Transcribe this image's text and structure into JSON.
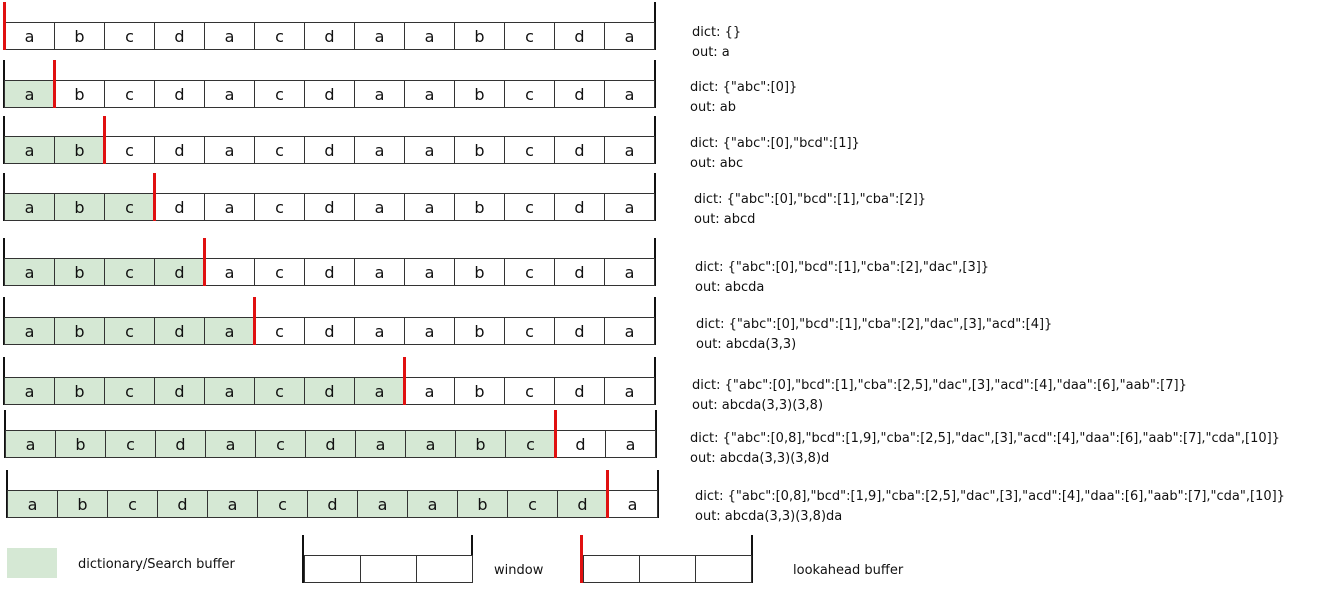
{
  "sequence": [
    "a",
    "b",
    "c",
    "d",
    "a",
    "c",
    "d",
    "a",
    "a",
    "b",
    "c",
    "d",
    "a"
  ],
  "colors": {
    "dictionary": "#d5e8d4",
    "cursor": "#e01010",
    "border": "#333333"
  },
  "steps": [
    {
      "dict_count": 0,
      "dict": "dict: {}",
      "out": "out: a"
    },
    {
      "dict_count": 1,
      "dict": "dict: {\"abc\":[0]}",
      "out": "out: ab"
    },
    {
      "dict_count": 2,
      "dict": "dict: {\"abc\":[0],\"bcd\":[1]}",
      "out": "out: abc"
    },
    {
      "dict_count": 3,
      "dict": "dict: {\"abc\":[0],\"bcd\":[1],\"cba\":[2]}",
      "out": "out: abcd"
    },
    {
      "dict_count": 4,
      "dict": "dict: {\"abc\":[0],\"bcd\":[1],\"cba\":[2],\"dac\",[3]}",
      "out": "out: abcda"
    },
    {
      "dict_count": 5,
      "dict": "dict: {\"abc\":[0],\"bcd\":[1],\"cba\":[2],\"dac\",[3],\"acd\":[4]}",
      "out": "out: abcda(3,3)"
    },
    {
      "dict_count": 8,
      "dict": "dict: {\"abc\":[0],\"bcd\":[1],\"cba\":[2,5],\"dac\",[3],\"acd\":[4],\"daa\":[6],\"aab\":[7]}",
      "out": "out: abcda(3,3)(3,8)"
    },
    {
      "dict_count": 11,
      "dict": "dict: {\"abc\":[0,8],\"bcd\":[1,9],\"cba\":[2,5],\"dac\",[3],\"acd\":[4],\"daa\":[6],\"aab\":[7],\"cda\",[10]}",
      "out": "out: abcda(3,3)(3,8)d"
    },
    {
      "dict_count": 12,
      "dict": "dict: {\"abc\":[0,8],\"bcd\":[1,9],\"cba\":[2,5],\"dac\",[3],\"acd\":[4],\"daa\":[6],\"aab\":[7],\"cda\",[10]}",
      "out": "out: abcda(3,3)(3,8)da"
    }
  ],
  "legend": {
    "dictionary": "dictionary/Search buffer",
    "window": "window",
    "lookahead": "lookahead buffer"
  }
}
